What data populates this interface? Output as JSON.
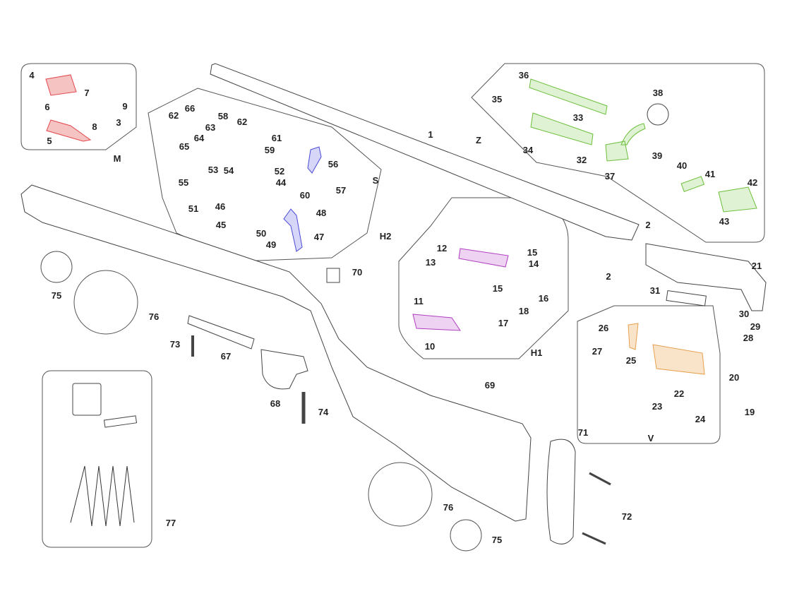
{
  "title": "Rifle exploded parts diagram",
  "colors": {
    "red": "#e0464a",
    "blue": "#4a4ad8",
    "green": "#6bbf3a",
    "purple": "#b03ec0",
    "orange": "#e8a050",
    "outline": "#444444"
  },
  "groups": [
    "M",
    "S",
    "Z",
    "H2",
    "H1",
    "V"
  ],
  "labels": [
    "4",
    "7",
    "9",
    "6",
    "3",
    "8",
    "5",
    "M",
    "62",
    "66",
    "58",
    "62",
    "63",
    "61",
    "64",
    "65",
    "59",
    "53",
    "54",
    "52",
    "56",
    "S",
    "55",
    "44",
    "60",
    "57",
    "51",
    "46",
    "48",
    "45",
    "50",
    "47",
    "49",
    "1",
    "36",
    "38",
    "35",
    "33",
    "Z",
    "34",
    "32",
    "37",
    "39",
    "40",
    "41",
    "42",
    "43",
    "2",
    "2",
    "21",
    "H2",
    "12",
    "15",
    "13",
    "14",
    "15",
    "16",
    "11",
    "18",
    "17",
    "10",
    "H1",
    "70",
    "75",
    "76",
    "31",
    "30",
    "29",
    "28",
    "26",
    "25",
    "27",
    "22",
    "23",
    "24",
    "V",
    "20",
    "19",
    "73",
    "67",
    "68",
    "74",
    "69",
    "71",
    "72",
    "76",
    "75",
    "77"
  ]
}
